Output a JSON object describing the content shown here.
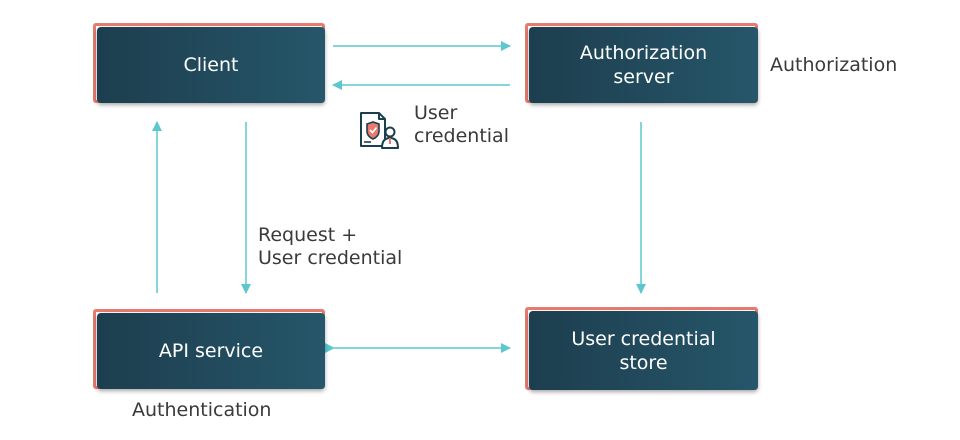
{
  "nodes": {
    "client": {
      "label": "Client"
    },
    "auth_server": {
      "line1": "Authorization",
      "line2": "server"
    },
    "api_service": {
      "label": "API service"
    },
    "credential_store": {
      "line1": "User credential",
      "line2": "store"
    }
  },
  "annotations": {
    "authorization": "Authorization",
    "authentication": "Authentication",
    "user_credential_1": "User",
    "user_credential_2": "credential",
    "request_1": "Request +",
    "request_2": "User credential"
  },
  "icons": {
    "credential": "document-shield-user-icon"
  },
  "colors": {
    "box": "#1d3e4e",
    "frame": "#e97a6e",
    "arrow": "#5bc8d0",
    "text": "#3a3a3a"
  }
}
